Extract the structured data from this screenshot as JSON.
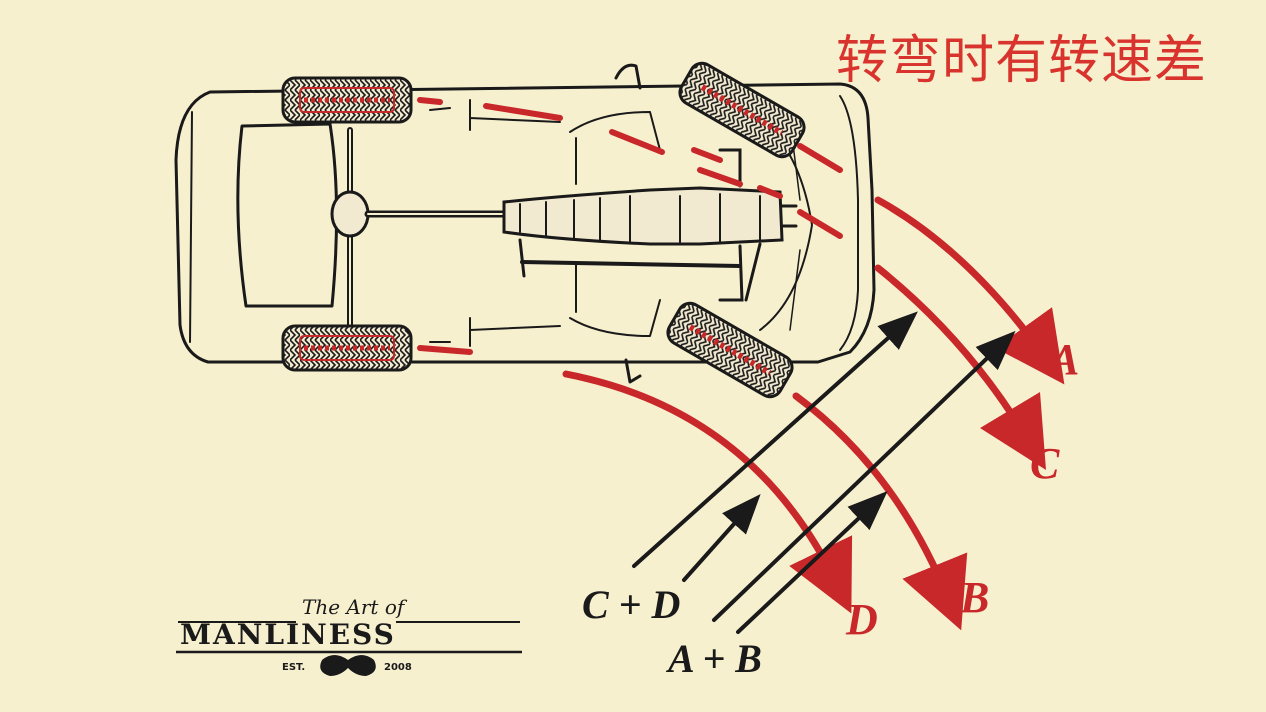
{
  "title": "转弯时有转速差",
  "labels": {
    "a": "A",
    "b": "B",
    "c": "C",
    "d": "D",
    "c_plus_d": "C + D",
    "a_plus_b": "A + B"
  },
  "logo": {
    "top_text": "The Art of",
    "brand": "MANLINESS",
    "est": "EST.",
    "year": "2008"
  },
  "colors": {
    "background": "#f7f0cf",
    "path_red": "#c8282a",
    "title_red": "#d8332c",
    "ink": "#1a1a1a"
  }
}
